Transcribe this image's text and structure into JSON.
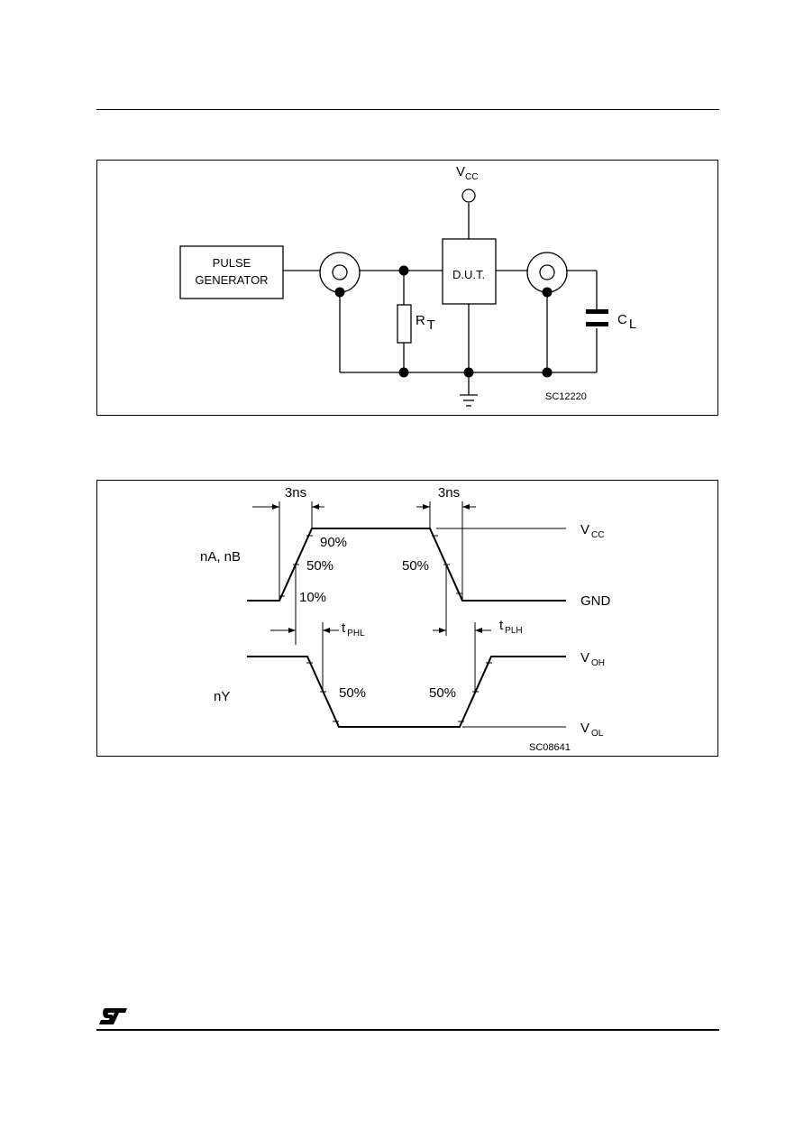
{
  "test_circuit": {
    "vcc_label": "V",
    "vcc_sub": "CC",
    "pulse_generator_line1": "PULSE",
    "pulse_generator_line2": "GENERATOR",
    "dut_label": "D.U.T.",
    "rt_label": "R",
    "rt_sub": "T",
    "cl_label": "C",
    "cl_sub": "L",
    "figure_code": "SC12220"
  },
  "waveform": {
    "rise_time_label": "3ns",
    "fall_time_label": "3ns",
    "input_label": "nA, nB",
    "output_label": "nY",
    "pct_90": "90%",
    "pct_50_rise": "50%",
    "pct_10": "10%",
    "pct_50_fall": "50%",
    "pct_50_out_fall": "50%",
    "pct_50_out_rise": "50%",
    "vcc_label": "V",
    "vcc_sub": "CC",
    "gnd_label": "GND",
    "voh_label": "V",
    "voh_sub": "OH",
    "vol_label": "V",
    "vol_sub": "OL",
    "tphl_label": "t",
    "tphl_sub": "PHL",
    "tplh_label": "t",
    "tplh_sub": "PLH",
    "figure_code": "SC08641"
  },
  "footer": {
    "logo_icon": "st-logo-icon"
  }
}
